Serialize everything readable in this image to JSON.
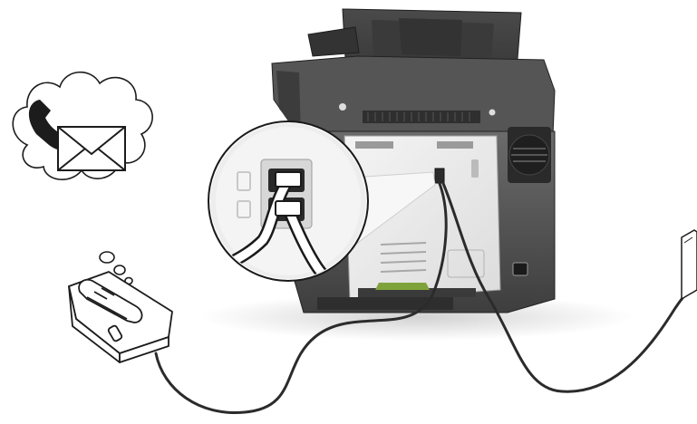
{
  "illustration": {
    "subject": "",
    "items": [
      {
        "name": "printer",
        "icon": "printer-rear-view"
      },
      {
        "name": "fax-port-callout",
        "icon": "magnifier-callout"
      },
      {
        "name": "telephone",
        "icon": "telephone-handset"
      },
      {
        "name": "thought-bubble",
        "icon": "phone-and-envelope"
      },
      {
        "name": "wall-jack",
        "icon": "wall-outlet"
      }
    ],
    "colors": {
      "printer_body": "#5a5a5a",
      "printer_dark": "#2e2e2e",
      "printer_panel": "#ececec",
      "cable": "#2b2b2b",
      "line": "#1c1c1c",
      "accent_green": "#7fa33a"
    }
  }
}
